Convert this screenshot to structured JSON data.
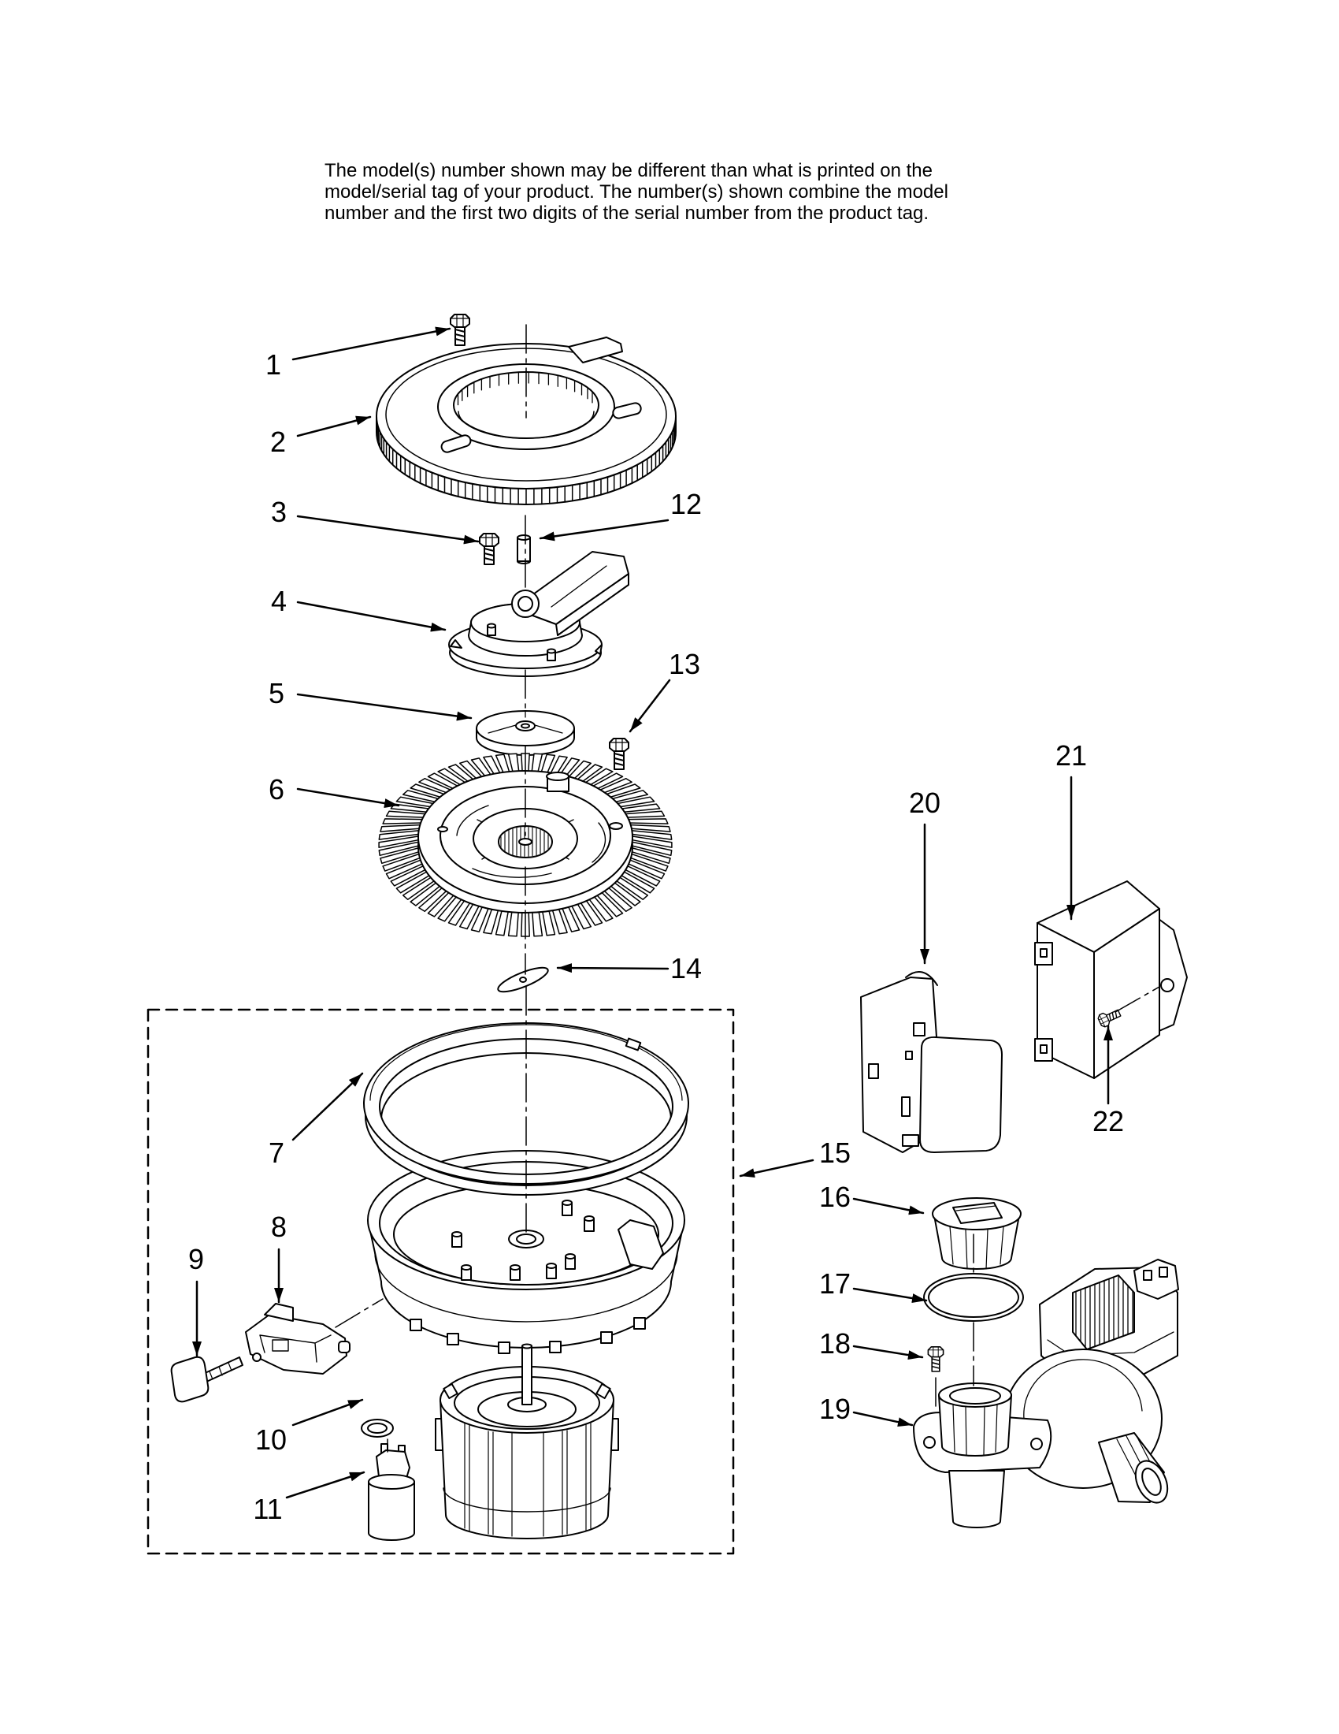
{
  "note": {
    "lines": [
      "The model(s) number shown may be different than what is printed on the",
      "model/serial tag of your product. The number(s) shown combine the model",
      "number and the first two digits of the serial number from the product tag."
    ]
  },
  "callouts": [
    "1",
    "2",
    "3",
    "4",
    "5",
    "6",
    "7",
    "8",
    "9",
    "10",
    "11",
    "12",
    "13",
    "14",
    "15",
    "16",
    "17",
    "18",
    "19",
    "20",
    "21",
    "22"
  ],
  "colors": {
    "ink": "#000000",
    "paper": "#ffffff"
  }
}
